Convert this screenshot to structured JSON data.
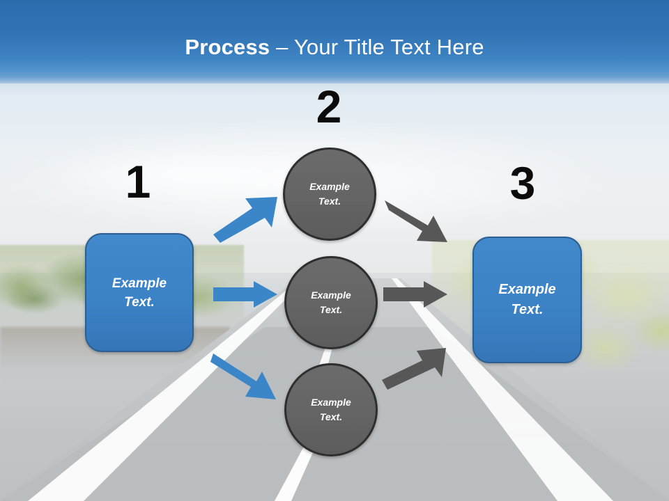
{
  "slide": {
    "title_bold": "Process",
    "title_rest": " – Your Title Text Here",
    "colors": {
      "header_blue": "#2f72b3",
      "box_blue": "#3b82c6",
      "box_border": "#2b5f92",
      "circle_gray": "#646464",
      "circle_border": "#2e2e2e",
      "arrow_blue": "#3a86c8",
      "arrow_gray": "#575757",
      "numeral_black": "#0b0b0b",
      "title_white": "#ffffff"
    }
  },
  "steps": {
    "numbers": [
      {
        "label": "1"
      },
      {
        "label": "2"
      },
      {
        "label": "3"
      }
    ]
  },
  "boxes": [
    {
      "line1": "Example",
      "line2": "Text."
    },
    {
      "line1": "Example",
      "line2": "Text."
    }
  ],
  "circles": [
    {
      "line1": "Example",
      "line2": "Text."
    },
    {
      "line1": "Example",
      "line2": "Text."
    },
    {
      "line1": "Example",
      "line2": "Text."
    }
  ],
  "arrows": [
    {
      "name": "blue-arrow-up-right",
      "color": "#3a86c8",
      "direction": "up-right"
    },
    {
      "name": "blue-arrow-right",
      "color": "#3a86c8",
      "direction": "right"
    },
    {
      "name": "blue-arrow-down-right",
      "color": "#3a86c8",
      "direction": "down-right"
    },
    {
      "name": "gray-arrow-down-right",
      "color": "#575757",
      "direction": "down-right"
    },
    {
      "name": "gray-arrow-right",
      "color": "#575757",
      "direction": "right"
    },
    {
      "name": "gray-arrow-up-right",
      "color": "#575757",
      "direction": "up-right"
    }
  ]
}
